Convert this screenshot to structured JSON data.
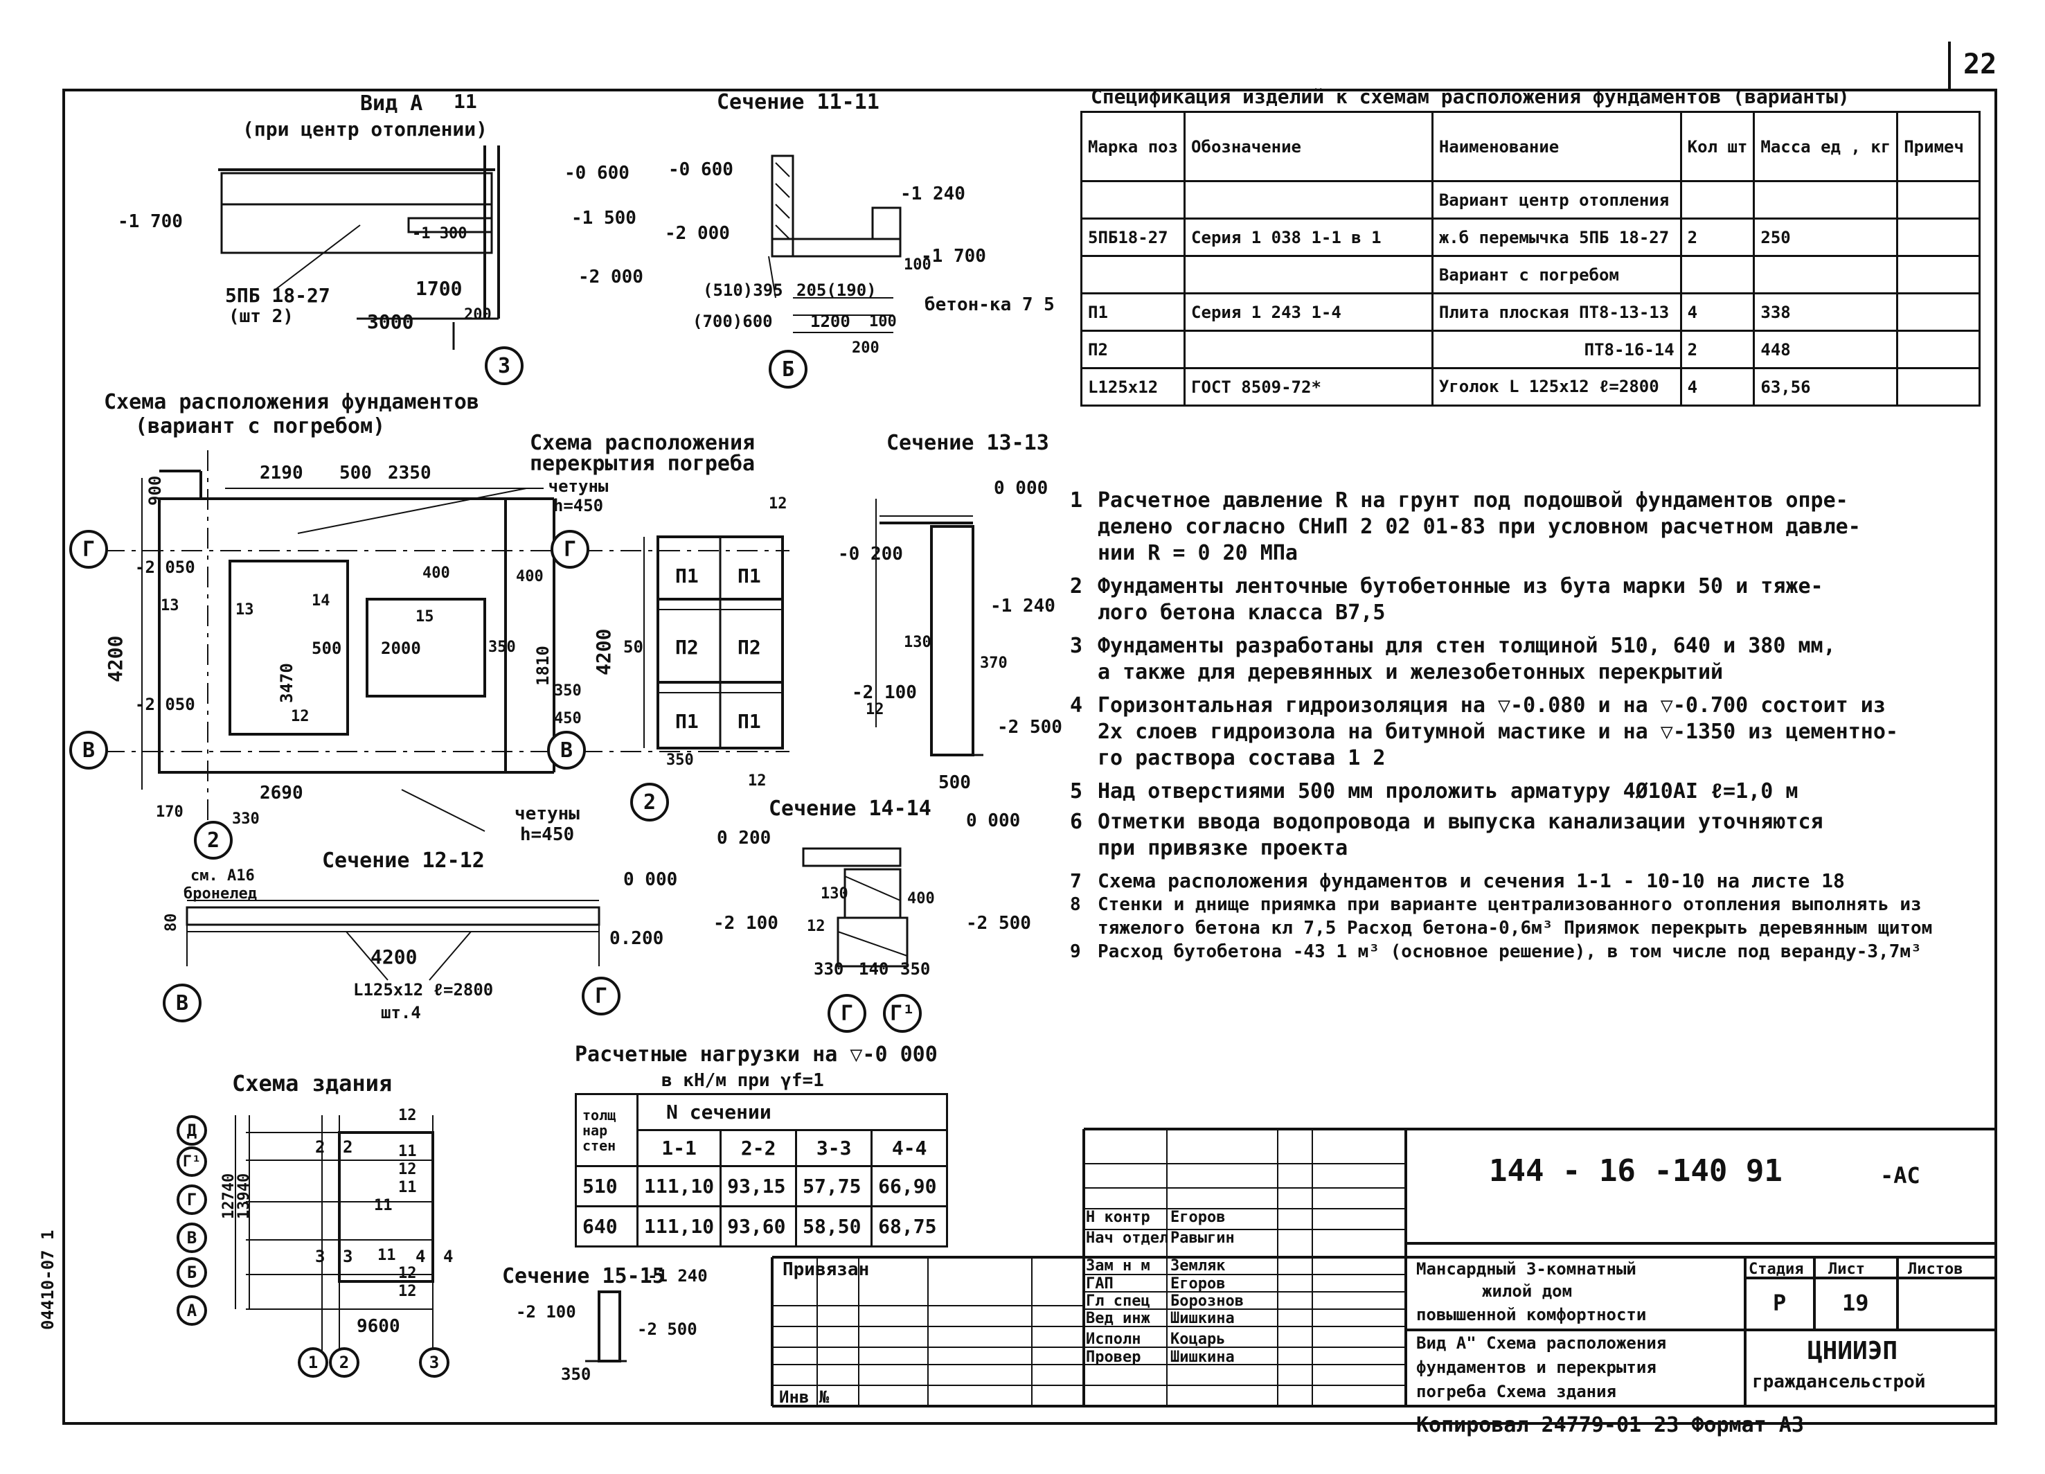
{
  "sheet": {
    "page_number": "22",
    "side_code": "04410-07 1"
  },
  "view_a": {
    "title": "Вид А",
    "subtitle": "(при центр отоплении)",
    "marks": [
      "-0 600",
      "-1 700",
      "-1 500",
      "-2 000",
      "-1 300"
    ],
    "lintel_label": "5ПБ 18-27",
    "lintel_qty": "(шт 2)",
    "dims": [
      "1700",
      "3000",
      "200"
    ],
    "axis": "3",
    "section_mark": "11"
  },
  "section_11": {
    "title": "Сечение 11-11",
    "marks": [
      "-0 600",
      "-1 240",
      "-2 000",
      "-1 700"
    ],
    "dims": [
      "(510)395",
      "205(190)",
      "(700)600",
      "1200",
      "100",
      "200",
      "100"
    ],
    "concrete": "бетон-ка 7 5",
    "axis": "Б"
  },
  "spec": {
    "title": "Спецификация изделий к схемам расположения фундаментов (варианты)",
    "headers": [
      "Марка поз",
      "Обозначение",
      "Наименование",
      "Кол шт",
      "Масса ед , кг",
      "Примеч"
    ],
    "rows": [
      [
        "",
        "",
        "Вариант центр отопления",
        "",
        "",
        ""
      ],
      [
        "5ПБ18-27",
        "Серия 1 038 1-1 в 1",
        "ж.б перемычка 5ПБ 18-27",
        "2",
        "250",
        ""
      ],
      [
        "",
        "",
        "Вариант с погребом",
        "",
        "",
        ""
      ],
      [
        "П1",
        "Серия 1 243 1-4",
        "Плита плоская ПТ8-13-13",
        "4",
        "338",
        ""
      ],
      [
        "П2",
        "",
        "ПТ8-16-14",
        "2",
        "448",
        ""
      ],
      [
        "L125x12",
        "ГОСТ 8509-72*",
        "Уголок L 125x12 ℓ=2800",
        "4",
        "63,56",
        ""
      ]
    ]
  },
  "plan": {
    "title": "Схема расположения фундаментов",
    "subtitle": "(вариант с погребом)",
    "dims_top": [
      "2190",
      "500",
      "2350"
    ],
    "dims_left": [
      "900",
      "4200"
    ],
    "marks": [
      "-2 050",
      "-2 050"
    ],
    "labels": [
      "13",
      "14",
      "15",
      "400",
      "400",
      "13",
      "500",
      "2000",
      "350",
      "3470",
      "1810",
      "350",
      "450",
      "12",
      "2690",
      "170",
      "330",
      "350"
    ],
    "chamfer": "четуны h=450",
    "axes": [
      "Г",
      "В",
      "Г",
      "В",
      "2"
    ]
  },
  "cellar": {
    "title": "Схема расположения перекрытия погреба",
    "chamfer": "четуны h=450",
    "panels": [
      "П1",
      "П1",
      "П2",
      "П2",
      "П1",
      "П1"
    ],
    "dims": [
      "4200",
      "50",
      "12",
      "12",
      "350"
    ],
    "axis": "2"
  },
  "section_13": {
    "title": "Сечение 13-13",
    "marks": [
      "0 000",
      "-0 200",
      "-1 240",
      "-2 100",
      "-2 500"
    ],
    "dims": [
      "130",
      "370",
      "500",
      "12"
    ]
  },
  "section_12": {
    "title": "Сечение 12-12",
    "marks": [
      "0 000",
      "0.200"
    ],
    "labels": [
      "см. А16",
      "бронелед",
      "4200",
      "L125x12 ℓ=2800",
      "шт.4",
      "80"
    ],
    "axes": [
      "В",
      "Г"
    ]
  },
  "section_14": {
    "title": "Сечение 14-14",
    "marks": [
      "0 000",
      "0 200",
      "-2 100",
      "-2 500"
    ],
    "dims": [
      "130",
      "400",
      "330",
      "140",
      "350",
      "12"
    ],
    "axes": [
      "Г",
      "Г¹"
    ]
  },
  "notes": [
    {
      "n": "1",
      "text": "Расчетное давление R на грунт под подошвой фундаментов опре-"
    },
    {
      "n": "",
      "text": "делено согласно СНиП 2 02 01-83 при условном расчетном давле-"
    },
    {
      "n": "",
      "text": "нии R = 0 20 МПа"
    },
    {
      "n": "2",
      "text": "Фундаменты ленточные бутобетонные из бута марки 50 и тяже-"
    },
    {
      "n": "",
      "text": "лого бетона класса В7,5"
    },
    {
      "n": "3",
      "text": "Фундаменты разработаны для стен толщиной 510, 640 и 380 мм,"
    },
    {
      "n": "",
      "text": "а также для деревянных и железобетонных перекрытий"
    },
    {
      "n": "4",
      "text": "Горизонтальная гидроизоляция на ▽-0.080 и на ▽-0.700 состоит из"
    },
    {
      "n": "",
      "text": "2х слоев гидроизола на битумной мастике и на ▽-1350 из цементно-"
    },
    {
      "n": "",
      "text": "го раствора состава 1 2"
    },
    {
      "n": "5",
      "text": "Над отверстиями 500 мм проложить арматуру 4Ø10АI ℓ=1,0 м"
    },
    {
      "n": "6",
      "text": "Отметки ввода водопровода и выпуска канализации уточняются"
    },
    {
      "n": "",
      "text": "при привязке проекта"
    },
    {
      "n": "7",
      "text": "Схема расположения фундаментов и сечения 1-1 - 10-10 на листе 18"
    },
    {
      "n": "8",
      "text": "Стенки и днище приямка при варианте централизованного отопления выполнять из"
    },
    {
      "n": "",
      "text": "тяжелого бетона кл 7,5 Расход бетона-0,6м³ Приямок перекрыть деревянным щитом"
    },
    {
      "n": "9",
      "text": "Расход бутобетона -43 1 м³ (основное решение), в том числе под веранду-3,7м³"
    }
  ],
  "loads": {
    "title": "Расчетные нагрузки на ▽-0 000",
    "subtitle": "в кН/м при γf=1",
    "head_left": "толщ нар стен",
    "head_group": "N сечении",
    "cols": [
      "1-1",
      "2-2",
      "3-3",
      "4-4"
    ],
    "rows": [
      {
        "wall": "510",
        "vals": [
          "111,10",
          "93,15",
          "57,75",
          "66,90"
        ]
      },
      {
        "wall": "640",
        "vals": [
          "111,10",
          "93,60",
          "58,50",
          "68,75"
        ]
      }
    ]
  },
  "building": {
    "title": "Схема здания",
    "axes_v": [
      "Д",
      "Г¹",
      "Г",
      "В",
      "Б",
      "А"
    ],
    "axes_h": [
      "1",
      "2",
      "3"
    ],
    "dims": [
      "12740",
      "13940",
      "9600"
    ],
    "numbers": [
      "12",
      "11",
      "2",
      "2",
      "12",
      "11",
      "11",
      "3",
      "3",
      "11",
      "4",
      "4",
      "12",
      "12"
    ]
  },
  "section_15": {
    "title": "Сечение 15-15",
    "marks": [
      "-1 240",
      "-2 100",
      "-2 500"
    ],
    "dims": [
      "350"
    ]
  },
  "stamp": {
    "code": "144 - 16 -140 91",
    "code_suffix": "-АС",
    "bound": "Привязан",
    "inv": "Инв №",
    "roles": [
      "Н контр",
      "Нач отдел",
      "Зам н м",
      "ГАП",
      "Гл спец",
      "Вед инж",
      "Исполн",
      "Провер"
    ],
    "names": [
      "Егоров",
      "Равыгин",
      "Земляк",
      "Егоров",
      "Борознов",
      "Шишкина",
      "Коцарь",
      "Шишкина"
    ],
    "project": [
      "Мансардный 3-комнатный",
      "жилой дом",
      "повышенной комфортности"
    ],
    "sheet_title": [
      "Вид А\" Схема расположения",
      "фундаментов и перекрытия",
      "погреба Схема здания"
    ],
    "stage_h": "Стадия",
    "sheet_h": "Лист",
    "sheets_h": "Листов",
    "stage": "Р",
    "sheet": "19",
    "org": [
      "ЦНИИЭП",
      "граждансельстрой"
    ],
    "bottom": "Копировал   24779-01  23   Формат А3"
  }
}
